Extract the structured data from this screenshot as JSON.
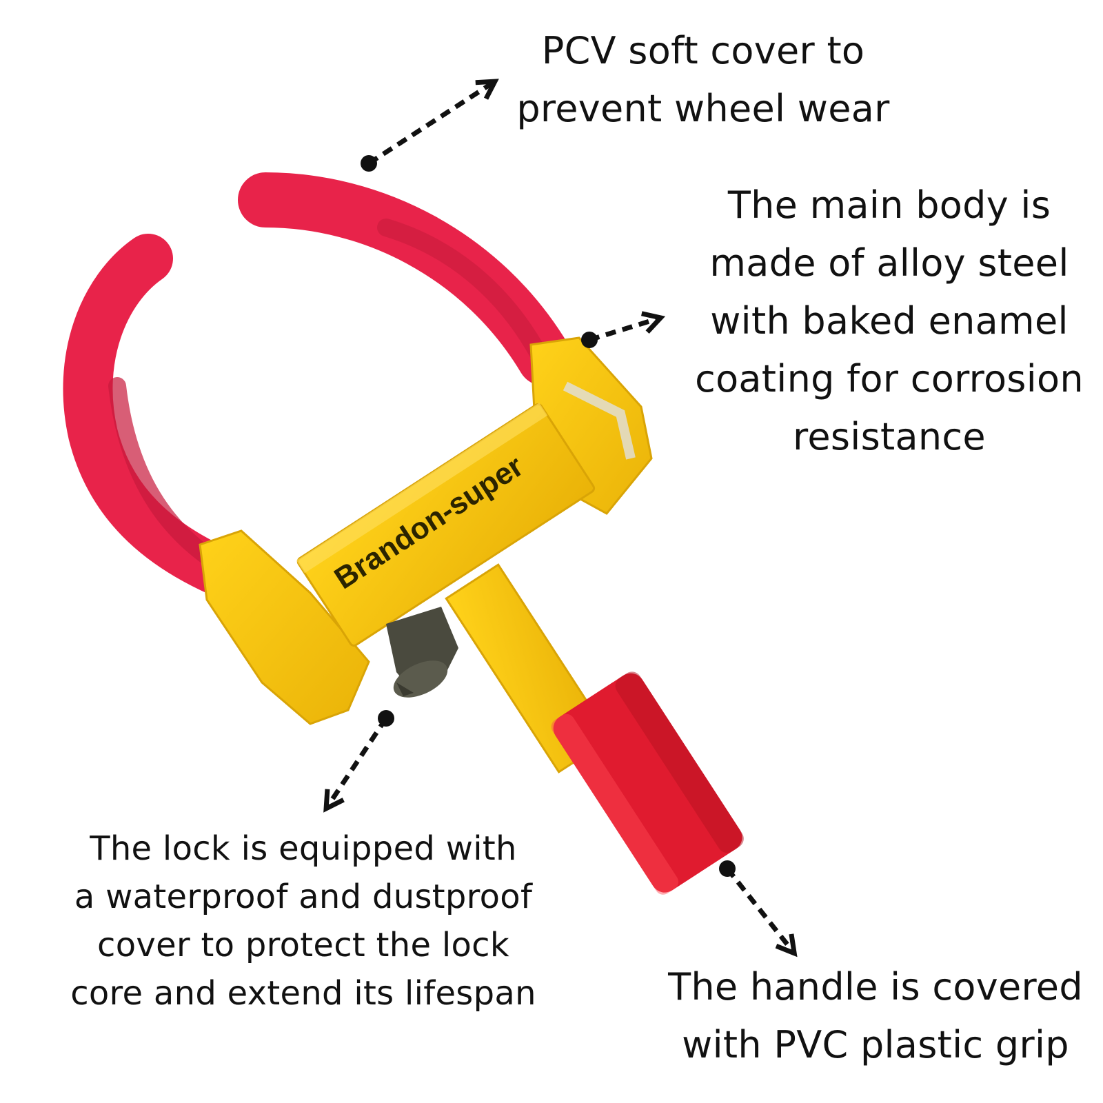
{
  "product": {
    "brand_label": "Brandon-super",
    "colors": {
      "clamp_red": "#e8234a",
      "body_yellow": "#f6c20f",
      "lock_gray": "#4a4a3e",
      "grip_red": "#e01b2f",
      "text": "#111111"
    }
  },
  "callouts": {
    "cover": {
      "lines": [
        "PCV soft cover to",
        "prevent wheel wear"
      ]
    },
    "body": {
      "lines": [
        "The main body is",
        "made of alloy steel",
        "with baked enamel",
        "coating for corrosion",
        "resistance"
      ]
    },
    "lock": {
      "lines": [
        "The lock is equipped with",
        "a waterproof and dustproof",
        "cover to protect the lock",
        "core and extend its lifespan"
      ]
    },
    "handle": {
      "lines": [
        "The handle is covered",
        "with PVC plastic grip"
      ]
    }
  }
}
